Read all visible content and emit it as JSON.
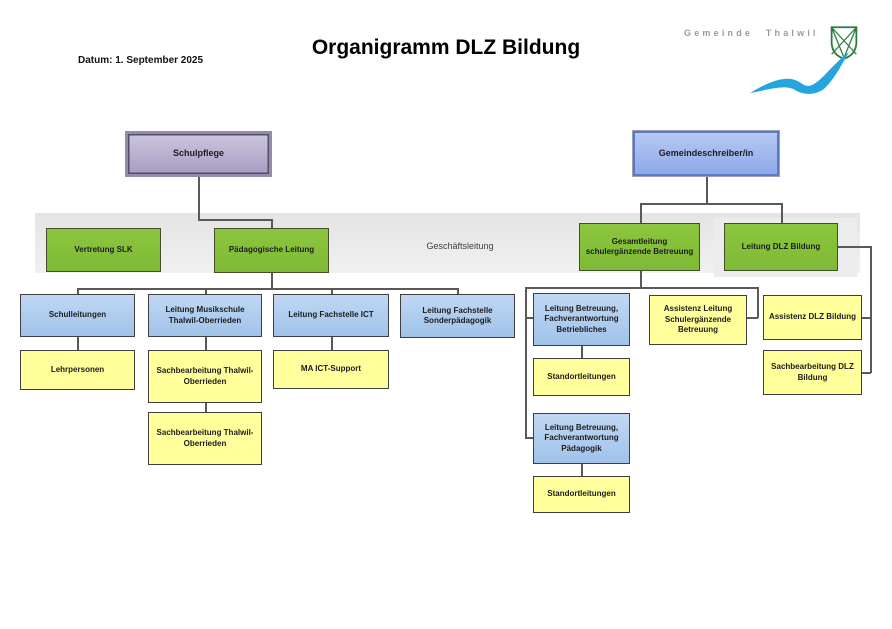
{
  "page": {
    "title": "Organigramm DLZ Bildung",
    "date": "Datum: 1. September 2025"
  },
  "logo": {
    "name": "Gemeinde Thalwil",
    "shield_icon": "thalwil-crest",
    "swoosh_icon": "blue-wave"
  },
  "band_label": "Geschäftsleitung",
  "nodes": {
    "schulpflege": "Schulpflege",
    "gemeindeschreiber": "Gemeindeschreiber/in",
    "vertretung_slk": "Vertretung SLK",
    "paedagogische_leitung": "Pädagogische Leitung",
    "gesamtleitung_betreuung": "Gesamtleitung schulergänzende Betreuung",
    "leitung_dlz_bildung": "Leitung DLZ Bildung",
    "schulleitungen": "Schulleitungen",
    "leitung_musikschule": "Leitung Musikschule Thalwil-Oberrieden",
    "leitung_fachstelle_ict": "Leitung Fachstelle ICT",
    "leitung_fachstelle_sonderpaedagogik": "Leitung Fachstelle Sonderpädagogik",
    "leitung_betreuung_betriebliches": "Leitung Betreuung, Fachverantwortung Betriebliches",
    "assistenz_leitung_betreuung": "Assistenz Leitung Schulergänzende Betreuung",
    "assistenz_dlz_bildung": "Assistenz DLZ Bildung",
    "lehrpersonen": "Lehrpersonen",
    "sachbearbeitung_musikschule_1": "Sachbearbeitung Thalwil-Oberrieden",
    "sachbearbeitung_musikschule_2": "Sachbearbeitung Thalwil-Oberrieden",
    "ma_ict_support": "MA ICT-Support",
    "standortleitungen_betrieblich": "Standortleitungen",
    "leitung_betreuung_paedagogik": "Leitung Betreuung, Fachverantwortung Pädagogik",
    "standortleitungen_paedagogik": "Standortleitungen",
    "sachbearbeitung_dlz_bildung": "Sachbearbeitung DLZ Bildung"
  },
  "colors": {
    "green": "#8cc63e",
    "blue_node": "#a0c2ea",
    "yellow": "#ffff9c",
    "purple": "#a99cc4",
    "royal_blue": "#8ea9ea",
    "royal_blue_border": "#5c77c7",
    "band": "#e5e4e4",
    "connector": "#595959",
    "logo_blue": "#25a5dd",
    "logo_gray": "#9b9b9b",
    "shield_green": "#2b7a3e"
  }
}
